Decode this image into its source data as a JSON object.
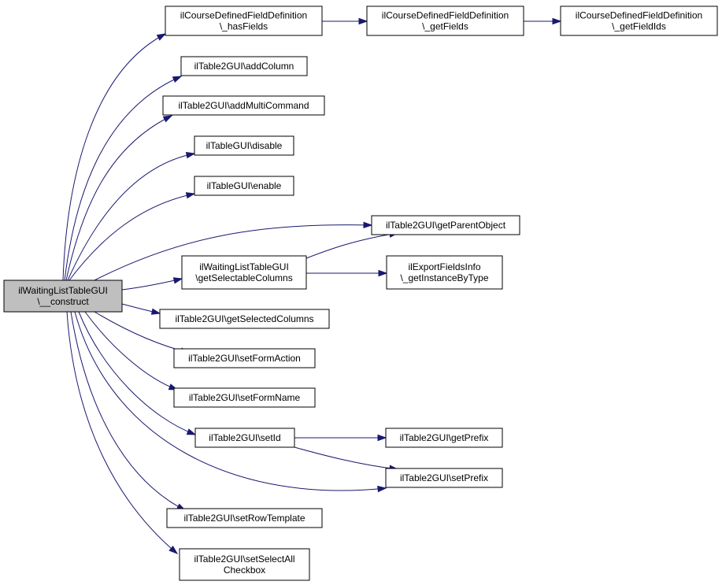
{
  "colors": {
    "edge": "#191970",
    "root_fill": "#bfbfbf",
    "node_fill": "#ffffff",
    "border": "#000000"
  },
  "nodes": [
    {
      "id": "root",
      "lines": [
        "ilWaitingListTableGUI",
        "\\__construct"
      ]
    },
    {
      "id": "hasFields",
      "lines": [
        "ilCourseDefinedFieldDefinition",
        "\\_hasFields"
      ]
    },
    {
      "id": "getFields",
      "lines": [
        "ilCourseDefinedFieldDefinition",
        "\\_getFields"
      ]
    },
    {
      "id": "getFieldIds",
      "lines": [
        "ilCourseDefinedFieldDefinition",
        "\\_getFieldIds"
      ]
    },
    {
      "id": "addColumn",
      "lines": [
        "ilTable2GUI\\addColumn"
      ]
    },
    {
      "id": "addMultiCommand",
      "lines": [
        "ilTable2GUI\\addMultiCommand"
      ]
    },
    {
      "id": "disable",
      "lines": [
        "ilTableGUI\\disable"
      ]
    },
    {
      "id": "enable",
      "lines": [
        "ilTableGUI\\enable"
      ]
    },
    {
      "id": "getParentObject",
      "lines": [
        "ilTable2GUI\\getParentObject"
      ]
    },
    {
      "id": "getSelectableColumns",
      "lines": [
        "ilWaitingListTableGUI",
        "\\getSelectableColumns"
      ]
    },
    {
      "id": "getInstanceByType",
      "lines": [
        "ilExportFieldsInfo",
        "\\_getInstanceByType"
      ]
    },
    {
      "id": "getSelectedColumns",
      "lines": [
        "ilTable2GUI\\getSelectedColumns"
      ]
    },
    {
      "id": "setFormAction",
      "lines": [
        "ilTable2GUI\\setFormAction"
      ]
    },
    {
      "id": "setFormName",
      "lines": [
        "ilTable2GUI\\setFormName"
      ]
    },
    {
      "id": "setId",
      "lines": [
        "ilTable2GUI\\setId"
      ]
    },
    {
      "id": "getPrefix",
      "lines": [
        "ilTable2GUI\\getPrefix"
      ]
    },
    {
      "id": "setPrefix",
      "lines": [
        "ilTable2GUI\\setPrefix"
      ]
    },
    {
      "id": "setRowTemplate",
      "lines": [
        "ilTable2GUI\\setRowTemplate"
      ]
    },
    {
      "id": "setSelectAllCheckbox",
      "lines": [
        "ilTable2GUI\\setSelectAll",
        "Checkbox"
      ]
    }
  ],
  "edges": [
    {
      "from": "root",
      "to": "hasFields"
    },
    {
      "from": "root",
      "to": "addColumn"
    },
    {
      "from": "root",
      "to": "addMultiCommand"
    },
    {
      "from": "root",
      "to": "disable"
    },
    {
      "from": "root",
      "to": "enable"
    },
    {
      "from": "root",
      "to": "getParentObject"
    },
    {
      "from": "root",
      "to": "getSelectableColumns"
    },
    {
      "from": "root",
      "to": "getSelectedColumns"
    },
    {
      "from": "root",
      "to": "setFormAction"
    },
    {
      "from": "root",
      "to": "setFormName"
    },
    {
      "from": "root",
      "to": "setId"
    },
    {
      "from": "root",
      "to": "setPrefix"
    },
    {
      "from": "root",
      "to": "setRowTemplate"
    },
    {
      "from": "root",
      "to": "setSelectAllCheckbox"
    },
    {
      "from": "hasFields",
      "to": "getFields"
    },
    {
      "from": "getFields",
      "to": "getFieldIds"
    },
    {
      "from": "getSelectableColumns",
      "to": "getParentObject"
    },
    {
      "from": "getSelectableColumns",
      "to": "getInstanceByType"
    },
    {
      "from": "setId",
      "to": "getPrefix"
    },
    {
      "from": "setId",
      "to": "setPrefix"
    }
  ]
}
